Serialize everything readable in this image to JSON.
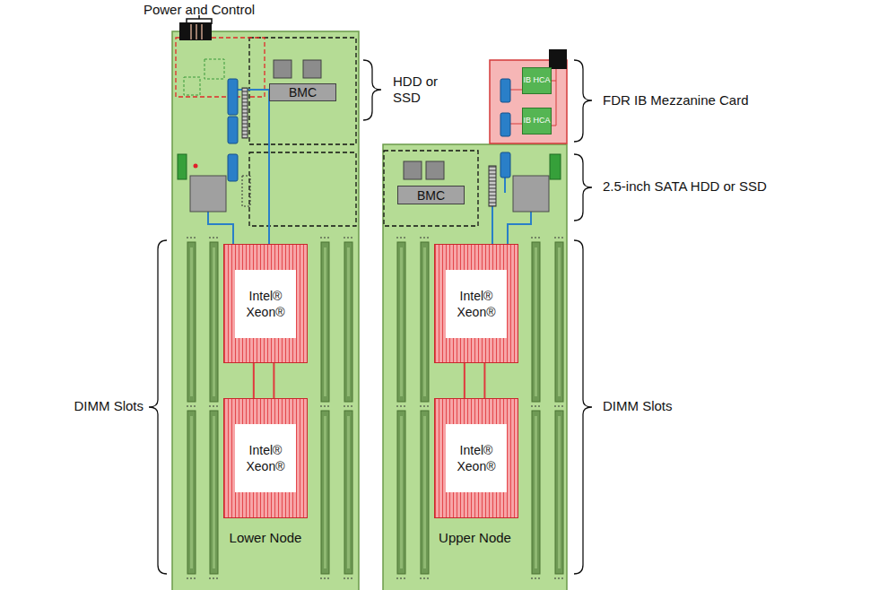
{
  "diagram": {
    "nodes": [
      {
        "text": [
          "Lower Node"
        ]
      },
      {
        "text": [
          "Intel® Xeon®"
        ],
        "in": 0
      },
      {
        "text": [
          "Intel® Xeon®"
        ],
        "in": 0
      },
      {
        "text": [
          "BMC"
        ],
        "in": 0
      },
      {
        "text": [
          "Upper Node"
        ]
      },
      {
        "text": [
          "Intel® Xeon®"
        ],
        "in": 4
      },
      {
        "text": [
          "Intel® Xeon®"
        ],
        "in": 4
      },
      {
        "text": [
          "BMC"
        ],
        "in": 4
      },
      {
        "text": [
          "IB HCA"
        ]
      },
      {
        "text": [
          "IB HCA"
        ]
      }
    ],
    "edges": [
      {
        "from": 1,
        "to": 2,
        "arrow": "none"
      },
      {
        "from": 1,
        "to": 2,
        "arrow": "none"
      },
      {
        "from": 5,
        "to": 6,
        "arrow": "none"
      },
      {
        "from": 5,
        "to": 6,
        "arrow": "none"
      }
    ],
    "labels": [
      "Power and Control",
      "HDD or SSD",
      "FDR IB Mezzanine Card",
      "2.5-inch SATA HDD or SSD",
      "DIMM Slots",
      "DIMM Slots"
    ]
  }
}
